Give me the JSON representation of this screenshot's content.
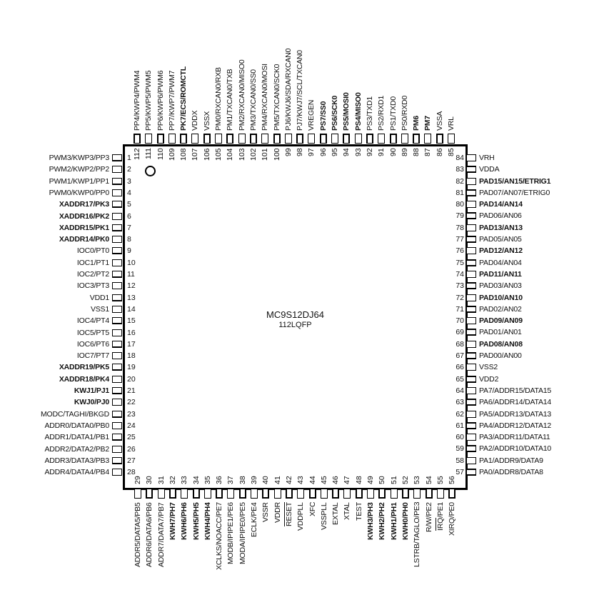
{
  "chip": {
    "name": "MC9S12DJ64",
    "package": "112LQFP"
  },
  "pins": {
    "left": [
      {
        "n": "1",
        "label": "PWM3/KWP3/PP3",
        "bold": false
      },
      {
        "n": "2",
        "label": "PWM2/KWP2/PP2",
        "bold": false
      },
      {
        "n": "3",
        "label": "PWM1/KWP1/PP1",
        "bold": false
      },
      {
        "n": "4",
        "label": "PWM0/KWP0/PP0",
        "bold": false
      },
      {
        "n": "5",
        "label": "XADDR17/PK3",
        "bold": true
      },
      {
        "n": "6",
        "label": "XADDR16/PK2",
        "bold": true
      },
      {
        "n": "7",
        "label": "XADDR15/PK1",
        "bold": true
      },
      {
        "n": "8",
        "label": "XADDR14/PK0",
        "bold": true
      },
      {
        "n": "9",
        "label": "IOC0/PT0",
        "bold": false
      },
      {
        "n": "10",
        "label": "IOC1/PT1",
        "bold": false
      },
      {
        "n": "11",
        "label": "IOC2/PT2",
        "bold": false
      },
      {
        "n": "12",
        "label": "IOC3/PT3",
        "bold": false
      },
      {
        "n": "13",
        "label": "VDD1",
        "bold": false
      },
      {
        "n": "14",
        "label": "VSS1",
        "bold": false
      },
      {
        "n": "15",
        "label": "IOC4/PT4",
        "bold": false
      },
      {
        "n": "16",
        "label": "IOC5/PT5",
        "bold": false
      },
      {
        "n": "17",
        "label": "IOC6/PT6",
        "bold": false
      },
      {
        "n": "18",
        "label": "IOC7/PT7",
        "bold": false
      },
      {
        "n": "19",
        "label": "XADDR19/PK5",
        "bold": true
      },
      {
        "n": "20",
        "label": "XADDR18/PK4",
        "bold": true
      },
      {
        "n": "21",
        "label": "KWJ1/PJ1",
        "bold": true
      },
      {
        "n": "22",
        "label": "KWJ0/PJ0",
        "bold": true
      },
      {
        "n": "23",
        "label": "MODC/TAGHI/BKGD",
        "bold": false
      },
      {
        "n": "24",
        "label": "ADDR0/DATA0/PB0",
        "bold": false
      },
      {
        "n": "25",
        "label": "ADDR1/DATA1/PB1",
        "bold": false
      },
      {
        "n": "26",
        "label": "ADDR2/DATA2/PB2",
        "bold": false
      },
      {
        "n": "27",
        "label": "ADDR3/DATA3/PB3",
        "bold": false
      },
      {
        "n": "28",
        "label": "ADDR4/DATA4/PB4",
        "bold": false
      }
    ],
    "bottom": [
      {
        "n": "29",
        "label": "ADDR5/DATA5/PB5",
        "bold": false
      },
      {
        "n": "30",
        "label": "ADDR6/DATA6/PB6",
        "bold": false
      },
      {
        "n": "31",
        "label": "ADDR7/DATA7/PB7",
        "bold": false
      },
      {
        "n": "32",
        "label": "KWH7/PH7",
        "bold": true
      },
      {
        "n": "33",
        "label": "KWH6/PH6",
        "bold": true
      },
      {
        "n": "34",
        "label": "KWH5/PH5",
        "bold": true
      },
      {
        "n": "35",
        "label": "KWH4/PH4",
        "bold": true
      },
      {
        "n": "36",
        "label": "XCLKS/NOACC/PE7",
        "bold": false
      },
      {
        "n": "37",
        "label": "MODB/IPIPE1/PE6",
        "bold": false
      },
      {
        "n": "38",
        "label": "MODA/IPIPE0/PE5",
        "bold": false
      },
      {
        "n": "39",
        "label": "ECLK/PE4",
        "bold": false
      },
      {
        "n": "40",
        "label": "VSSR",
        "bold": false
      },
      {
        "n": "41",
        "label": "VDDR",
        "bold": false
      },
      {
        "n": "42",
        "label": "RESET",
        "bold": false
      },
      {
        "n": "43",
        "label": "VDDPLL",
        "bold": false
      },
      {
        "n": "44",
        "label": "XFC",
        "bold": false
      },
      {
        "n": "45",
        "label": "VSSPLL",
        "bold": false
      },
      {
        "n": "46",
        "label": "EXTAL",
        "bold": false
      },
      {
        "n": "47",
        "label": "XTAL",
        "bold": false
      },
      {
        "n": "48",
        "label": "TEST",
        "bold": false
      },
      {
        "n": "49",
        "label": "KWH3/PH3",
        "bold": true
      },
      {
        "n": "50",
        "label": "KWH2/PH2",
        "bold": true
      },
      {
        "n": "51",
        "label": "KWH1/PH1",
        "bold": true
      },
      {
        "n": "52",
        "label": "KWH0/PH0",
        "bold": true
      },
      {
        "n": "53",
        "label": "LSTRB/TAGLO/PE3",
        "bold": false
      },
      {
        "n": "54",
        "label": "R/W/PE2",
        "bold": false
      },
      {
        "n": "55",
        "label": "IRQ/PE1",
        "bold": false
      },
      {
        "n": "56",
        "label": "XIRQ/PE0",
        "bold": false
      }
    ],
    "right": [
      {
        "n": "57",
        "label": "PA0/ADDR8/DATA8",
        "bold": false
      },
      {
        "n": "58",
        "label": "PA1/ADDR9/DATA9",
        "bold": false
      },
      {
        "n": "59",
        "label": "PA2/ADDR10/DATA10",
        "bold": false
      },
      {
        "n": "60",
        "label": "PA3/ADDR11/DATA11",
        "bold": false
      },
      {
        "n": "61",
        "label": "PA4/ADDR12/DATA12",
        "bold": false
      },
      {
        "n": "62",
        "label": "PA5/ADDR13/DATA13",
        "bold": false
      },
      {
        "n": "63",
        "label": "PA6/ADDR14/DATA14",
        "bold": false
      },
      {
        "n": "64",
        "label": "PA7/ADDR15/DATA15",
        "bold": false
      },
      {
        "n": "65",
        "label": "VDD2",
        "bold": false
      },
      {
        "n": "66",
        "label": "VSS2",
        "bold": false
      },
      {
        "n": "67",
        "label": "PAD00/AN00",
        "bold": false
      },
      {
        "n": "68",
        "label": "PAD08/AN08",
        "bold": true
      },
      {
        "n": "69",
        "label": "PAD01/AN01",
        "bold": false
      },
      {
        "n": "70",
        "label": "PAD09/AN09",
        "bold": true
      },
      {
        "n": "71",
        "label": "PAD02/AN02",
        "bold": false
      },
      {
        "n": "72",
        "label": "PAD10/AN10",
        "bold": true
      },
      {
        "n": "73",
        "label": "PAD03/AN03",
        "bold": false
      },
      {
        "n": "74",
        "label": "PAD11/AN11",
        "bold": true
      },
      {
        "n": "75",
        "label": "PAD04/AN04",
        "bold": false
      },
      {
        "n": "76",
        "label": "PAD12/AN12",
        "bold": true
      },
      {
        "n": "77",
        "label": "PAD05/AN05",
        "bold": false
      },
      {
        "n": "78",
        "label": "PAD13/AN13",
        "bold": true
      },
      {
        "n": "79",
        "label": "PAD06/AN06",
        "bold": false
      },
      {
        "n": "80",
        "label": "PAD14/AN14",
        "bold": true
      },
      {
        "n": "81",
        "label": "PAD07/AN07/ETRIG0",
        "bold": false
      },
      {
        "n": "82",
        "label": "PAD15/AN15/ETRIG1",
        "bold": true
      },
      {
        "n": "83",
        "label": "VDDA",
        "bold": false
      },
      {
        "n": "84",
        "label": "VRH",
        "bold": false
      }
    ],
    "top": [
      {
        "n": "85",
        "label": "VRL",
        "bold": false
      },
      {
        "n": "86",
        "label": "VSSA",
        "bold": false
      },
      {
        "n": "87",
        "label": "PM7",
        "bold": true
      },
      {
        "n": "88",
        "label": "PM6",
        "bold": true
      },
      {
        "n": "89",
        "label": "PS0/RXD0",
        "bold": false
      },
      {
        "n": "90",
        "label": "PS1/TXD0",
        "bold": false
      },
      {
        "n": "91",
        "label": "PS2/RXD1",
        "bold": false
      },
      {
        "n": "92",
        "label": "PS3/TXD1",
        "bold": false
      },
      {
        "n": "93",
        "label": "PS4/MISO0",
        "bold": true
      },
      {
        "n": "94",
        "label": "PS5/MOSI0",
        "bold": true
      },
      {
        "n": "95",
        "label": "PS6/SCK0",
        "bold": true
      },
      {
        "n": "96",
        "label": "PS7/SS0",
        "bold": true
      },
      {
        "n": "97",
        "label": "VREGEN",
        "bold": false
      },
      {
        "n": "98",
        "label": "PJ7/KWJ7/SCL/TXCAN0",
        "bold": false
      },
      {
        "n": "99",
        "label": "PJ6/KWJ6/SDA/RXCAN0",
        "bold": false
      },
      {
        "n": "100",
        "label": "PM5/TXCAN0/SCK0",
        "bold": false
      },
      {
        "n": "101",
        "label": "PM4/RXCAN0/MOSI",
        "bold": false
      },
      {
        "n": "102",
        "label": "PM3/TXCAN0/SS0",
        "bold": false
      },
      {
        "n": "103",
        "label": "PM2/RXCAN0/MISO0",
        "bold": false
      },
      {
        "n": "104",
        "label": "PM1/TXCAN0/TXB",
        "bold": false
      },
      {
        "n": "105",
        "label": "PM0/RXCAN0/RXB",
        "bold": false
      },
      {
        "n": "106",
        "label": "VSSX",
        "bold": false
      },
      {
        "n": "107",
        "label": "VDDX",
        "bold": false
      },
      {
        "n": "108",
        "label": "PK7/ECS/ROMCTL",
        "bold": true
      },
      {
        "n": "109",
        "label": "PP7/KWP7/PWM7",
        "bold": false
      },
      {
        "n": "110",
        "label": "PP6/KWP6/PWM6",
        "bold": false
      },
      {
        "n": "111",
        "label": "PP5/KWP5/PWM5",
        "bold": false
      },
      {
        "n": "112",
        "label": "PP4/KWP4/PWM4",
        "bold": false
      }
    ]
  }
}
